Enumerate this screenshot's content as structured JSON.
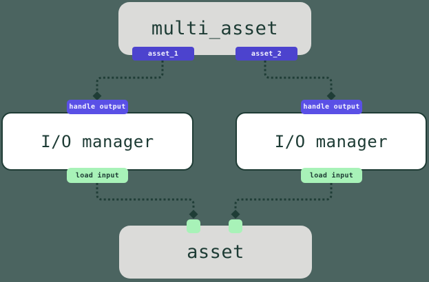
{
  "colors": {
    "background": "#4B6460",
    "node-gray": "#DBDBD9",
    "node-white": "#FFFFFF",
    "border-dark": "#1F3C35",
    "text-dark": "#1D3B34",
    "arrow": "#1F3D36",
    "badge-purple": "#4C43CE",
    "badge-purple-light": "#5A50E6",
    "badge-green": "#A8F2B8",
    "badge-text-light": "#F4F3FF"
  },
  "nodes": {
    "multi_asset": {
      "label": "multi_asset"
    },
    "asset": {
      "label": "asset"
    }
  },
  "output_badges": [
    {
      "label": "asset_1"
    },
    {
      "label": "asset_2"
    }
  ],
  "io_managers": [
    {
      "title": "I/O manager",
      "top_badge": "handle output",
      "bottom_badge": "load input"
    },
    {
      "title": "I/O manager",
      "top_badge": "handle output",
      "bottom_badge": "load input"
    }
  ]
}
